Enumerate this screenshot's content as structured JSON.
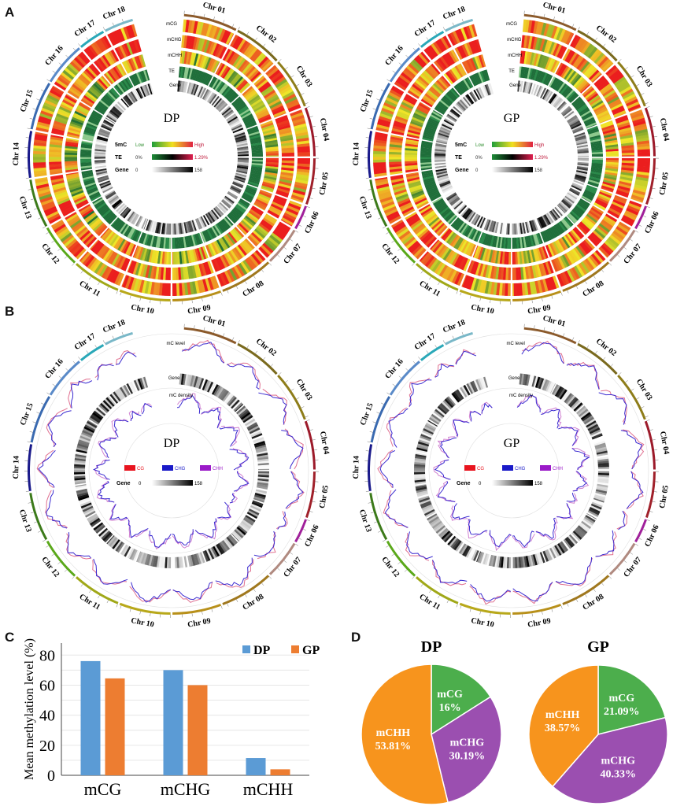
{
  "panels": {
    "a": "A",
    "b": "B",
    "c": "C",
    "d": "D"
  },
  "chromosomes": [
    "Chr 01",
    "Chr 02",
    "Chr 03",
    "Chr 04",
    "Chr 05",
    "Chr 06",
    "Chr 07",
    "Chr 08",
    "Chr 09",
    "Chr 10",
    "Chr 11",
    "Chr 12",
    "Chr 13",
    "Chr 14",
    "Chr 15",
    "Chr 16",
    "Chr 17",
    "Chr 18"
  ],
  "chromosome_colors": [
    "#8b5a2b",
    "#7a6a1e",
    "#8e7d1a",
    "#9c1a2a",
    "#a0202a",
    "#a0209a",
    "#b08a80",
    "#a0781e",
    "#b8901a",
    "#b8a81a",
    "#a0a818",
    "#5aa81a",
    "#3c7a1a",
    "#1a1a8a",
    "#3a6ab0",
    "#5a8ac8",
    "#2aa8b8",
    "#7ab8c8"
  ],
  "chart_data": [
    {
      "type": "heatmap",
      "subtype": "circos",
      "samples": [
        "DP",
        "GP"
      ],
      "tracks": [
        "mCG",
        "mCHG",
        "mCHH",
        "TE",
        "Gene"
      ],
      "legend": {
        "rows": [
          {
            "label": "5mC",
            "min": "Low",
            "max": "High"
          },
          {
            "label": "TE",
            "min": "0%",
            "max": "1.29%"
          },
          {
            "label": "Gene",
            "min": "0",
            "max": "158"
          }
        ]
      }
    },
    {
      "type": "line",
      "subtype": "circos",
      "samples": [
        "DP",
        "GP"
      ],
      "tracks": [
        "mC level",
        "Gene",
        "mC density"
      ],
      "legend": {
        "series": [
          {
            "name": "CG",
            "color": "#e8141e"
          },
          {
            "name": "CHG",
            "color": "#1a1ac8"
          },
          {
            "name": "CHH",
            "color": "#9a1ac8"
          }
        ],
        "gene": {
          "label": "Gene",
          "min": "0",
          "max": "158"
        }
      }
    },
    {
      "type": "bar",
      "title": "",
      "categories": [
        "mCG",
        "mCHG",
        "mCHH"
      ],
      "series": [
        {
          "name": "DP",
          "color": "#5b9bd5",
          "values": [
            76,
            70,
            11.5
          ]
        },
        {
          "name": "GP",
          "color": "#ed7d31",
          "values": [
            64.5,
            60,
            4
          ]
        }
      ],
      "xlabel": "",
      "ylabel": "Mean methylation  level (%)",
      "ylim": [
        0,
        88
      ],
      "yticks": [
        0,
        20,
        40,
        60,
        80
      ],
      "grid": true,
      "legend_position": "top-right"
    },
    {
      "type": "pie",
      "title": "DP",
      "slices": [
        {
          "label": "mCG",
          "value": 16,
          "text": "16%",
          "color": "#4cae4c"
        },
        {
          "label": "mCHG",
          "value": 30.19,
          "text": "30.19%",
          "color": "#9b4fb0"
        },
        {
          "label": "mCHH",
          "value": 53.81,
          "text": "53.81%",
          "color": "#f7941d"
        }
      ]
    },
    {
      "type": "pie",
      "title": "GP",
      "slices": [
        {
          "label": "mCG",
          "value": 21.09,
          "text": "21.09%",
          "color": "#4cae4c"
        },
        {
          "label": "mCHG",
          "value": 40.33,
          "text": "40.33%",
          "color": "#9b4fb0"
        },
        {
          "label": "mCHH",
          "value": 38.57,
          "text": "38.57%",
          "color": "#f7941d"
        }
      ]
    }
  ]
}
